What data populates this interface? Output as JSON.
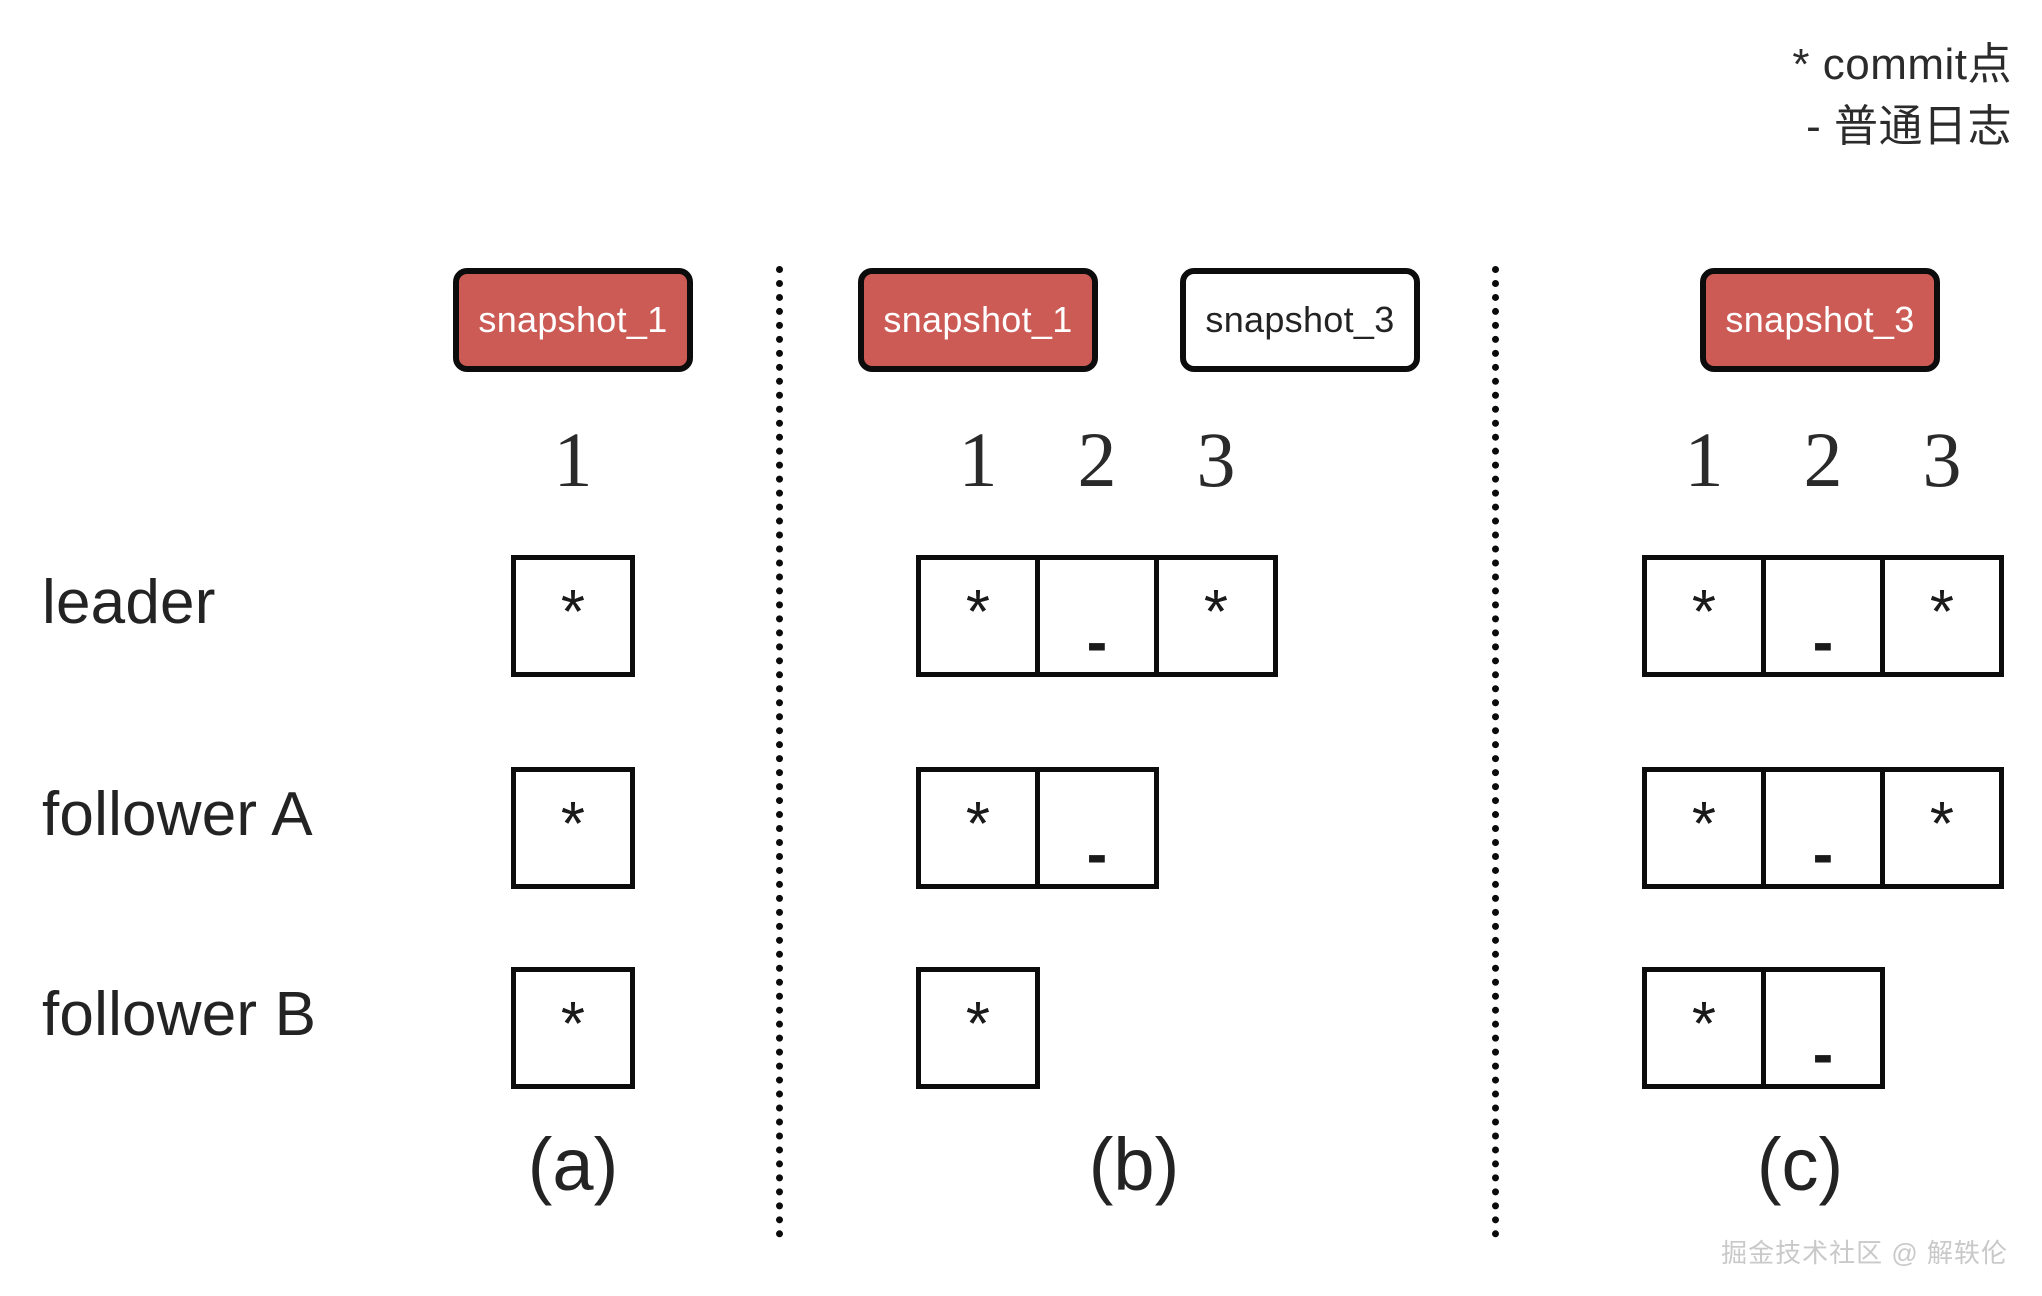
{
  "legend": {
    "commit_line": "* commit点",
    "normal_line": "- 普通日志"
  },
  "row_labels": {
    "leader": "leader",
    "follower_a": "follower A",
    "follower_b": "follower B"
  },
  "marks": {
    "commit": "*",
    "normal": "-"
  },
  "panels": [
    {
      "id": "a",
      "caption": "(a)",
      "snapshots": [
        {
          "label": "snapshot_1",
          "style": "red"
        }
      ],
      "indices": [
        "1"
      ],
      "rows": [
        {
          "node": "leader",
          "cells": [
            "*"
          ]
        },
        {
          "node": "follower A",
          "cells": [
            "*"
          ]
        },
        {
          "node": "follower B",
          "cells": [
            "*"
          ]
        }
      ]
    },
    {
      "id": "b",
      "caption": "(b)",
      "snapshots": [
        {
          "label": "snapshot_1",
          "style": "red"
        },
        {
          "label": "snapshot_3",
          "style": "plain"
        }
      ],
      "indices": [
        "1",
        "2",
        "3"
      ],
      "rows": [
        {
          "node": "leader",
          "cells": [
            "*",
            "-",
            "*"
          ]
        },
        {
          "node": "follower A",
          "cells": [
            "*",
            "-"
          ]
        },
        {
          "node": "follower B",
          "cells": [
            "*"
          ]
        }
      ]
    },
    {
      "id": "c",
      "caption": "(c)",
      "snapshots": [
        {
          "label": "snapshot_3",
          "style": "red"
        }
      ],
      "indices": [
        "1",
        "2",
        "3"
      ],
      "rows": [
        {
          "node": "leader",
          "cells": [
            "*",
            "-",
            "*"
          ]
        },
        {
          "node": "follower A",
          "cells": [
            "*",
            "-",
            "*"
          ]
        },
        {
          "node": "follower B",
          "cells": [
            "*",
            "-"
          ]
        }
      ]
    }
  ],
  "watermark": "掘金技术社区 @ 解轶伦",
  "colors": {
    "snapshot_red": "#cc5b56",
    "outline": "#0c0c0c",
    "text": "#232323",
    "watermark": "#c9c9c9"
  }
}
